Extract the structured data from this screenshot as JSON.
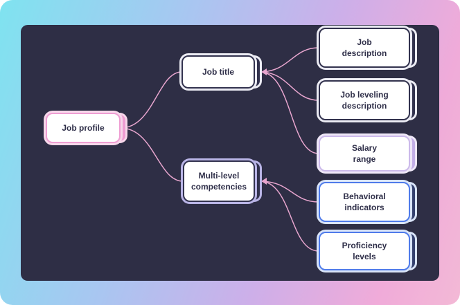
{
  "diagram": {
    "nodes": {
      "job_profile": {
        "label": "Job profile"
      },
      "job_title": {
        "label": "Job title"
      },
      "multi_level": {
        "label": "Multi-level\ncompetencies"
      },
      "job_description": {
        "label": "Job\ndescription"
      },
      "job_leveling": {
        "label": "Job leveling\ndescription"
      },
      "salary_range": {
        "label": "Salary\nrange"
      },
      "behavioral": {
        "label": "Behavioral\nindicators"
      },
      "proficiency": {
        "label": "Proficiency\nlevels"
      }
    },
    "colors": {
      "canvas_background": "#2e2e45",
      "connector": "#e8a6cf",
      "node_text": "#2f2f49",
      "pink_accent": "#ef9ed3",
      "navy_accent": "#32324e",
      "lavender_accent": "#cbb9ea",
      "blue_accent": "#4f7bea",
      "frame_gradient_start": "#7fe3f0",
      "frame_gradient_end": "#f3b9d6"
    }
  }
}
